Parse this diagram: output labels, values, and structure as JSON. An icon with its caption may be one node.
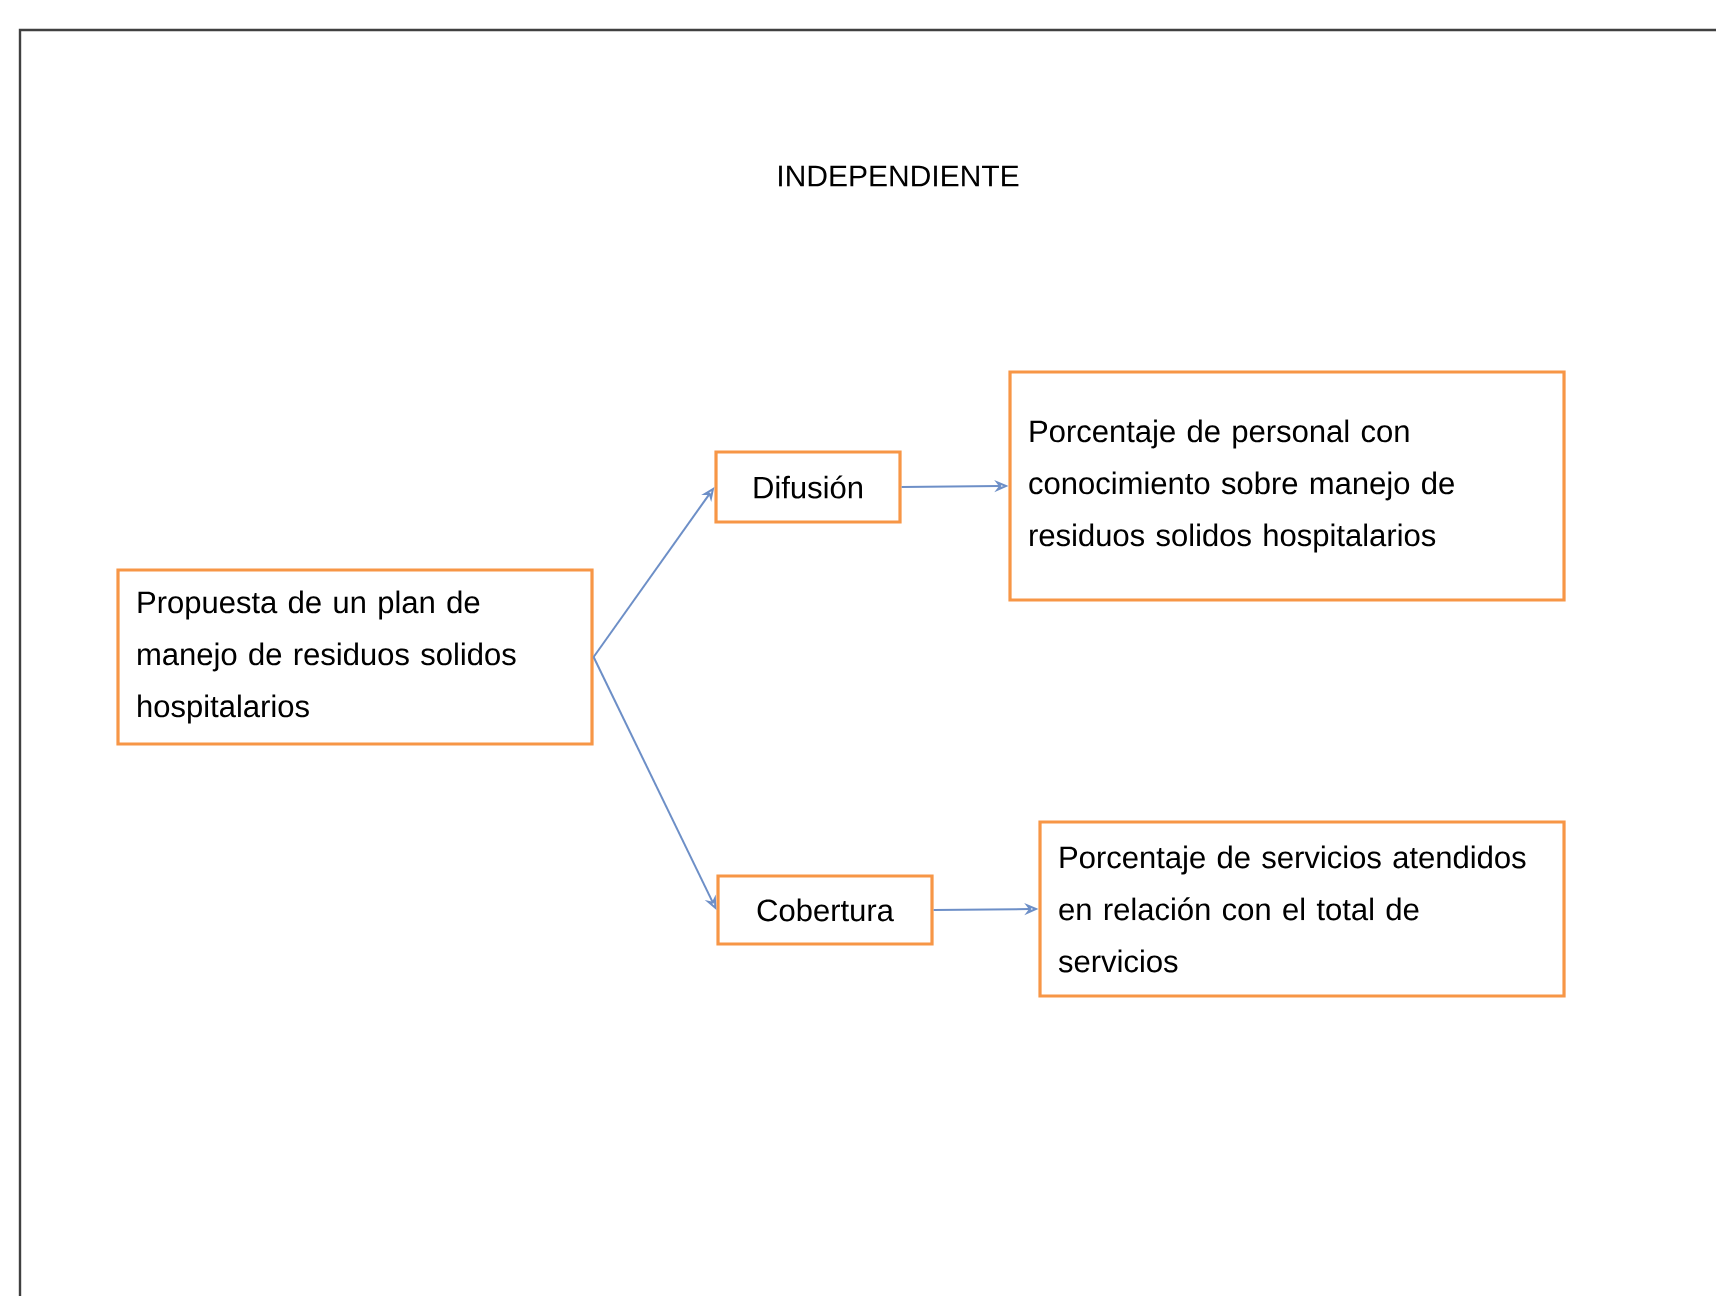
{
  "diagram": {
    "title": "INDEPENDIENTE",
    "nodes": [
      {
        "text": [
          "Propuesta de un plan de manejo de residuos solidos hospitalarios"
        ]
      },
      {
        "text": [
          "Difusión"
        ]
      },
      {
        "text": [
          "Porcentaje de personal con conocimiento sobre manejo de residuos solidos hospitalarios"
        ]
      },
      {
        "text": [
          "Cobertura"
        ]
      },
      {
        "text": [
          "Porcentaje de servicios atendidos en relación con el total de servicios"
        ]
      }
    ],
    "edges": [
      {
        "from": 0,
        "to": 1,
        "arrow": "to"
      },
      {
        "from": 0,
        "to": 3,
        "arrow": "to"
      },
      {
        "from": 1,
        "to": 2,
        "arrow": "to"
      },
      {
        "from": 3,
        "to": 4,
        "arrow": "to"
      }
    ]
  }
}
